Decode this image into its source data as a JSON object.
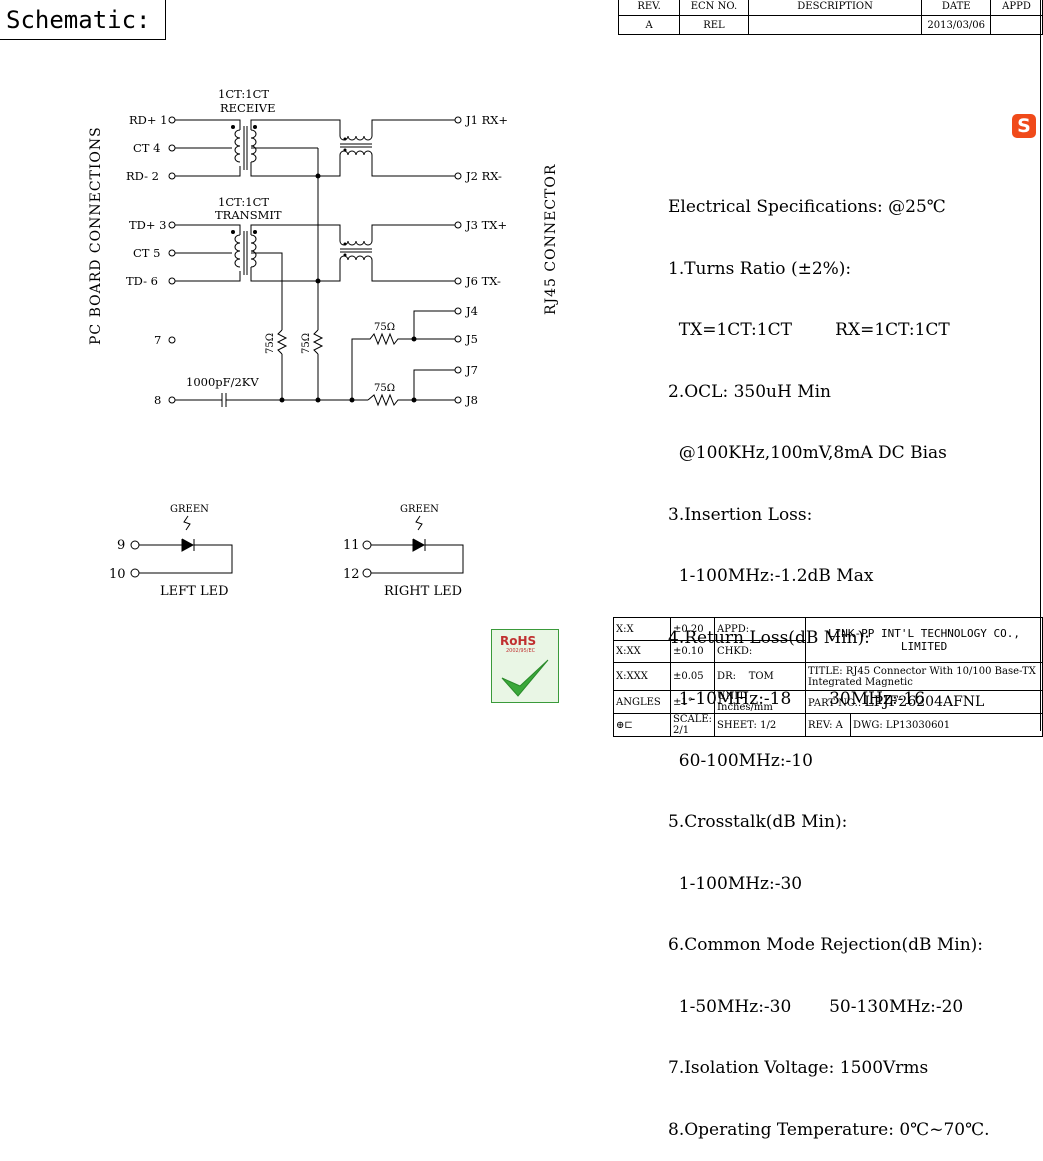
{
  "header": {
    "section_title": "Schematic:"
  },
  "revision": {
    "headers": [
      "REV.",
      "ECN NO.",
      "DESCRIPTION",
      "DATE",
      "APPD"
    ],
    "row": [
      "A",
      "REL",
      "",
      "2013/03/06",
      ""
    ]
  },
  "schematic": {
    "left_side_label": "PC BOARD CONNECTIONS",
    "right_side_label": "RJ45 CONNECTOR",
    "xfmr_top_ratio": "1CT:1CT",
    "xfmr_top_name": "RECEIVE",
    "xfmr_bot_ratio": "1CT:1CT",
    "xfmr_bot_name": "TRANSMIT",
    "pins_left": [
      "RD+ 1",
      "CT 4",
      "RD- 2",
      "TD+ 3",
      "CT 5",
      "TD- 6",
      "7",
      "8"
    ],
    "pins_right": [
      "J1 RX+",
      "J2 RX-",
      "J3 TX+",
      "J6 TX-",
      "J4",
      "J5",
      "J7",
      "J8"
    ],
    "res_label": "75Ω",
    "cap_label": "1000pF/2KV",
    "led_color": "GREEN",
    "led_left_pins": [
      "9",
      "10"
    ],
    "led_left_name": "LEFT LED",
    "led_right_pins": [
      "11",
      "12"
    ],
    "led_right_name": "RIGHT LED"
  },
  "specs": {
    "title": "Electrical Specifications: @25℃",
    "lines": [
      "1.Turns Ratio (±2%):",
      "  TX=1CT:1CT        RX=1CT:1CT",
      "2.OCL: 350uH Min",
      "  @100KHz,100mV,8mA DC Bias",
      "3.Insertion Loss:",
      "  1-100MHz:-1.2dB Max",
      "4.Return Loss(dB Min):",
      "  1-10MHz:-18       30MHz:-16",
      "  60-100MHz:-10",
      "5.Crosstalk(dB Min):",
      "  1-100MHz:-30",
      "6.Common Mode Rejection(dB Min):",
      "  1-50MHz:-30       50-130MHz:-20",
      "7.Isolation Voltage: 1500Vrms",
      "8.Operating Temperature: 0℃~70℃."
    ]
  },
  "rohs": {
    "label": "RoHS",
    "sub": "2002/95/EC"
  },
  "title_block": {
    "tol_x": "X:X",
    "tol_x_val": "±0.20",
    "tol_xx": "X:XX",
    "tol_xx_val": "±0.10",
    "tol_xxx": "X:XXX",
    "tol_xxx_val": "±0.05",
    "angles": "ANGLES",
    "angles_val": "±1°",
    "appd": "APPD:",
    "chkd": "CHKD:",
    "dr": "DR:",
    "dr_val": "TOM",
    "unit": "UNIT: Inches/mm",
    "company": "LINK-PP INT'L TECHNOLOGY CO., LIMITED",
    "title_label": "TITLE:",
    "title_val": "RJ45 Connector With 10/100 Base-TX Integrated Magnetic",
    "part_label": "PART NO.:",
    "part_val": "LPJF26204AFNL",
    "scale_label": "SCALE:",
    "scale_val": "2/1",
    "sheet_label": "SHEET:",
    "sheet_val": "1/2",
    "rev_label": "REV:",
    "rev_val": "A",
    "dwg_label": "DWG:",
    "dwg_val": "LP13030601"
  }
}
